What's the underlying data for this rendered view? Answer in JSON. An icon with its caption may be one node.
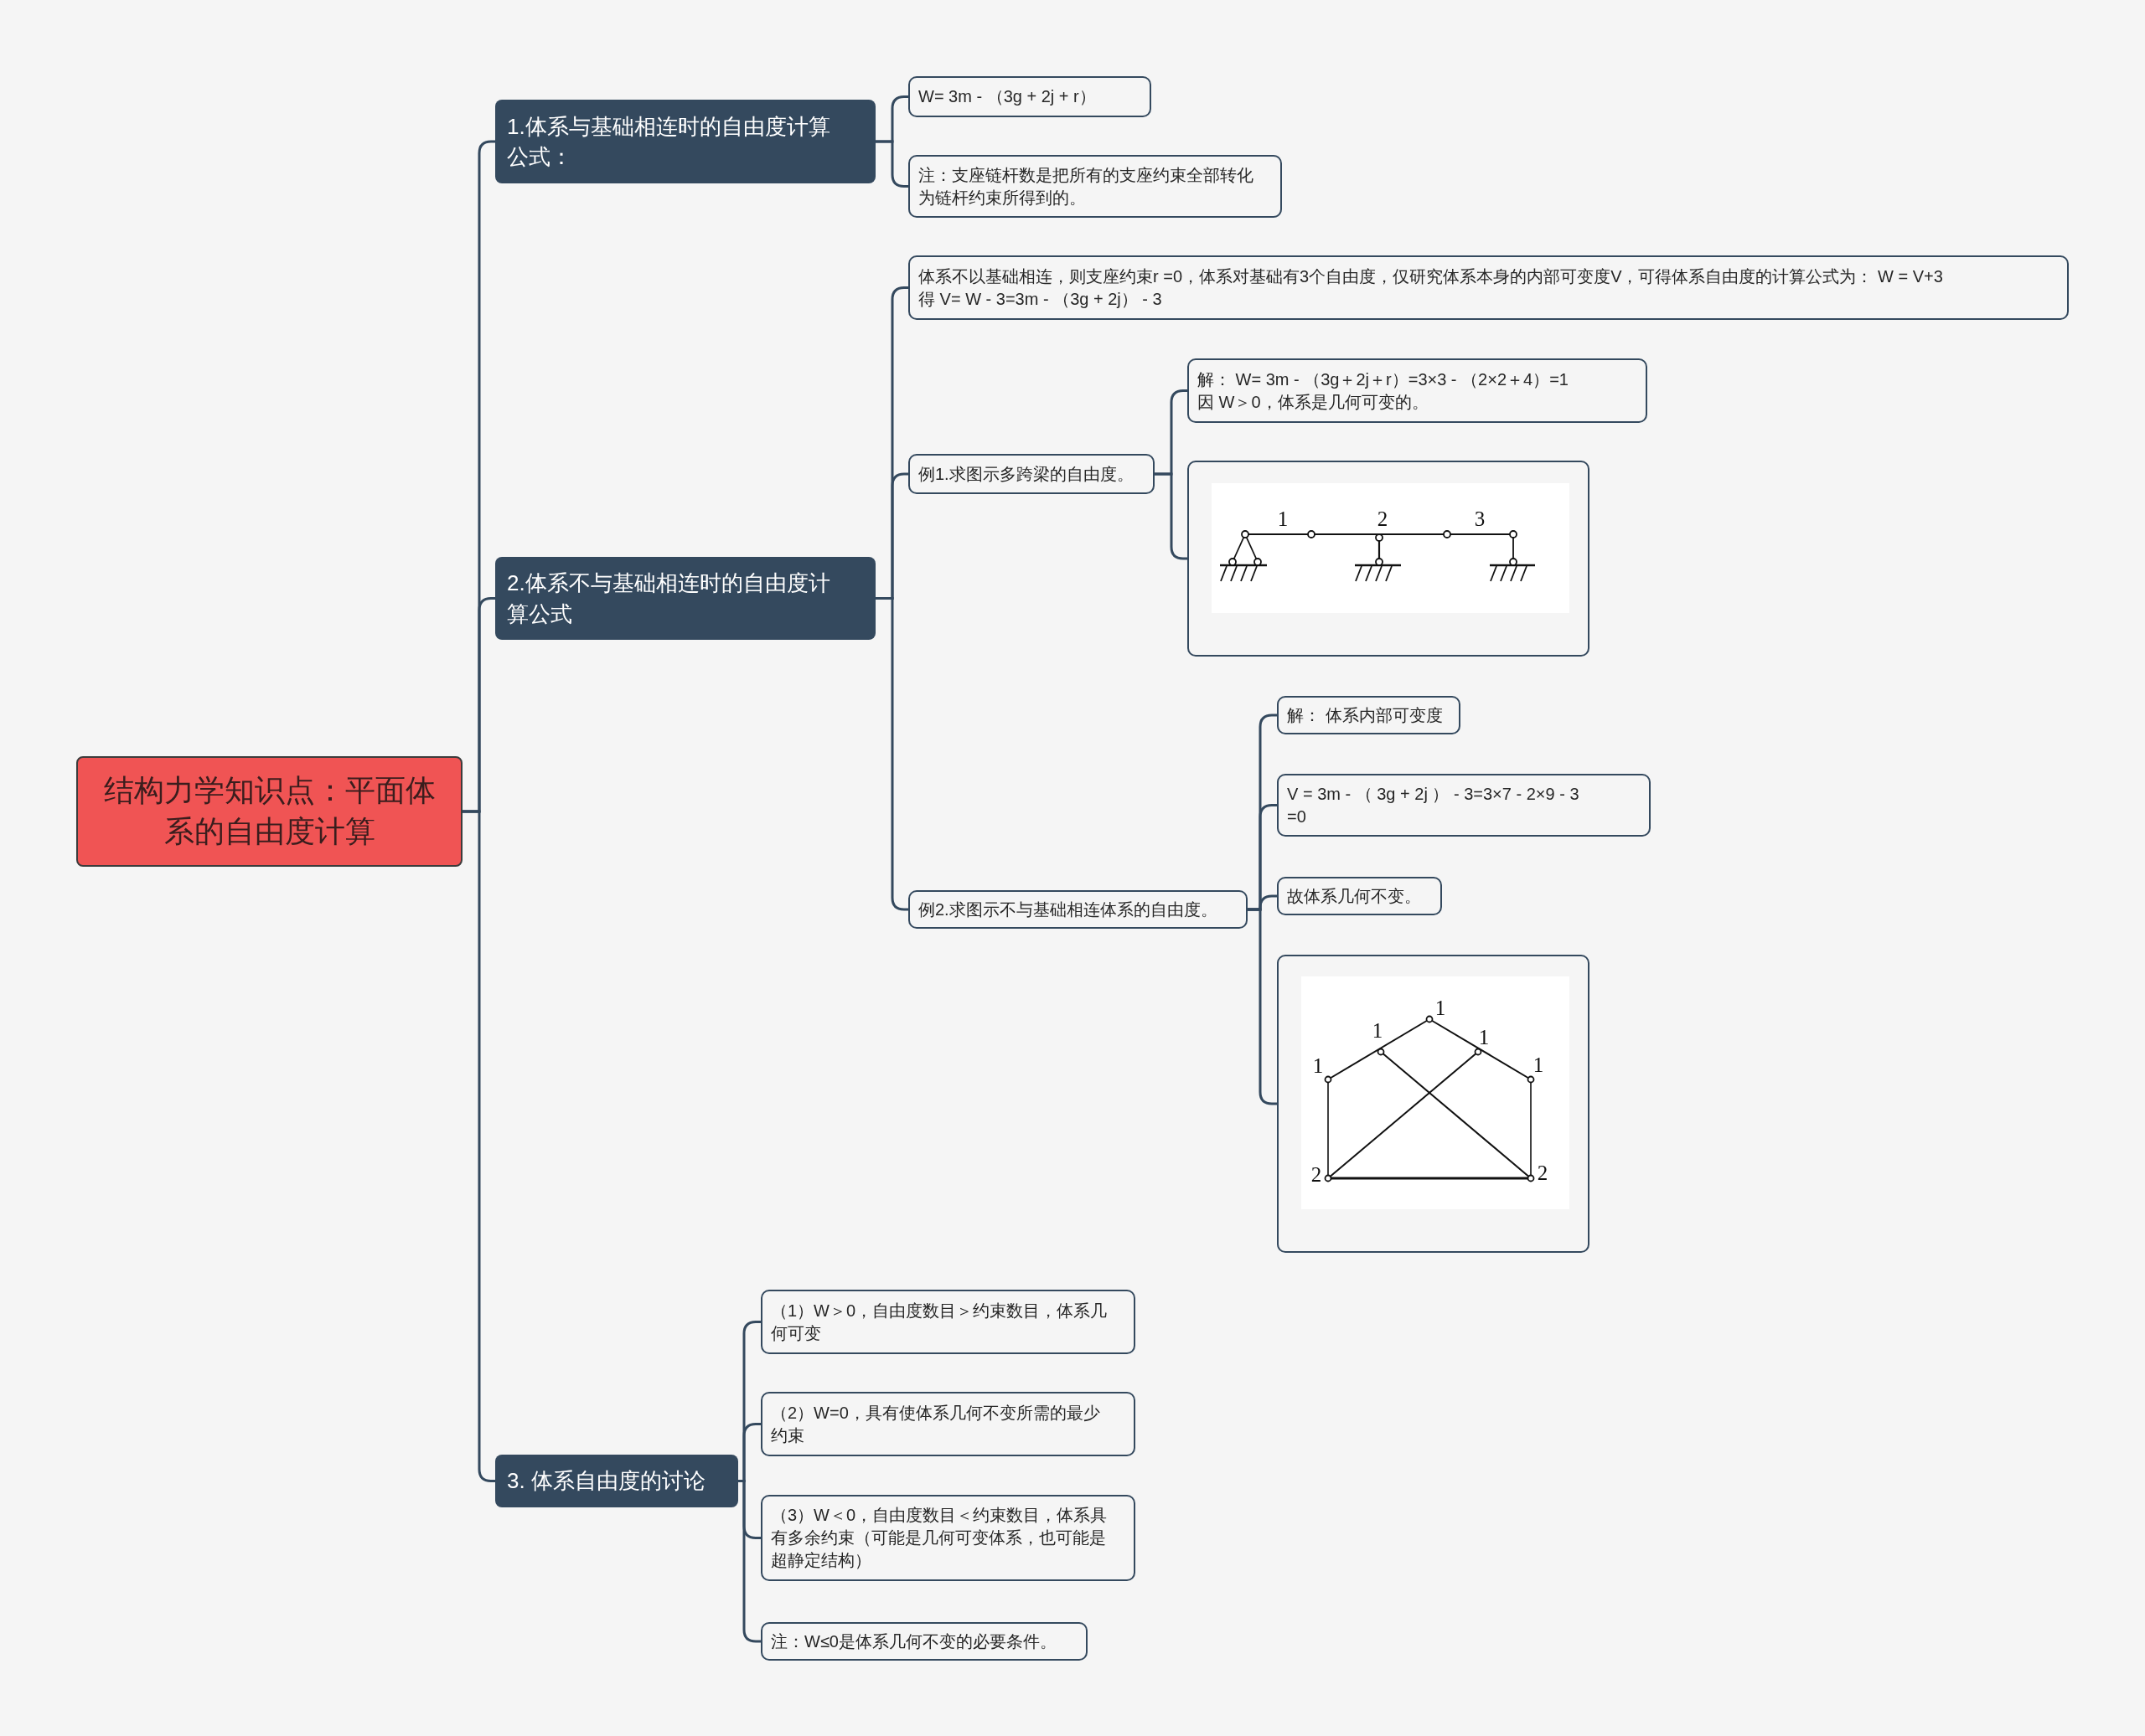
{
  "diagram": {
    "nodes": [
      {
        "text": [
          "结构力学知识点：平面体系的自由度计算"
        ]
      },
      {
        "text": [
          "1.体系与基础相连时的自由度计算公式："
        ]
      },
      {
        "text": [
          "W= 3m - （3g + 2j + r）"
        ]
      },
      {
        "text": [
          "注：支座链杆数是把所有的支座约束全部转化为链杆约束所得到的。"
        ]
      },
      {
        "text": [
          "2.体系不与基础相连时的自由度计算公式"
        ]
      },
      {
        "text": [
          "体系不以基础相连，则支座约束r =0，体系对基础有3个自由度，仅研究体系本身的内部可变度V，可得体系自由度的计算公式为： W = V+3 得 V= W - 3=3m - （3g + 2j） - 3"
        ]
      },
      {
        "text": [
          "例1.求图示多跨梁的自由度。"
        ]
      },
      {
        "text": [
          "解： W= 3m - （3g＋2j＋r）=3×3 - （2×2＋4）=1 因 W＞0，体系是几何可变的。"
        ]
      },
      {
        "text": [],
        "shape": "picture"
      },
      {
        "text": [
          "例2.求图示不与基础相连体系的自由度。"
        ]
      },
      {
        "text": [
          "解： 体系内部可变度"
        ]
      },
      {
        "text": [
          "V = 3m - （ 3g + 2j ） - 3=3×7 - 2×9 - 3 =0"
        ]
      },
      {
        "text": [
          "故体系几何不变。"
        ]
      },
      {
        "text": [],
        "shape": "picture"
      },
      {
        "text": [
          "3. 体系自由度的讨论"
        ]
      },
      {
        "text": [
          "（1）W＞0，自由度数目＞约束数目，体系几何可变"
        ]
      },
      {
        "text": [
          "（2）W=0，具有使体系几何不变所需的最少约束"
        ]
      },
      {
        "text": [
          "（3）W＜0，自由度数目＜约束数目，体系具有多余约束（可能是几何可变体系，也可能是超静定结构）"
        ]
      },
      {
        "text": [
          "注：W≤0是体系几何不变的必要条件。"
        ]
      }
    ],
    "edges": [
      {
        "from": 0,
        "to": 1,
        "arrow": "none"
      },
      {
        "from": 0,
        "to": 4,
        "arrow": "none"
      },
      {
        "from": 0,
        "to": 14,
        "arrow": "none"
      },
      {
        "from": 1,
        "to": 2,
        "arrow": "none"
      },
      {
        "from": 1,
        "to": 3,
        "arrow": "none"
      },
      {
        "from": 4,
        "to": 5,
        "arrow": "none"
      },
      {
        "from": 4,
        "to": 6,
        "arrow": "none"
      },
      {
        "from": 4,
        "to": 9,
        "arrow": "none"
      },
      {
        "from": 6,
        "to": 7,
        "arrow": "none"
      },
      {
        "from": 6,
        "to": 8,
        "arrow": "none"
      },
      {
        "from": 9,
        "to": 10,
        "arrow": "none"
      },
      {
        "from": 9,
        "to": 11,
        "arrow": "none"
      },
      {
        "from": 9,
        "to": 12,
        "arrow": "none"
      },
      {
        "from": 9,
        "to": 13,
        "arrow": "none"
      },
      {
        "from": 14,
        "to": 15,
        "arrow": "none"
      },
      {
        "from": 14,
        "to": 16,
        "arrow": "none"
      },
      {
        "from": 14,
        "to": 17,
        "arrow": "none"
      },
      {
        "from": 14,
        "to": 18,
        "arrow": "none"
      }
    ],
    "labels": [
      "1",
      "2",
      "3",
      "1",
      "1",
      "1",
      "1",
      "1",
      "2",
      "2"
    ]
  }
}
